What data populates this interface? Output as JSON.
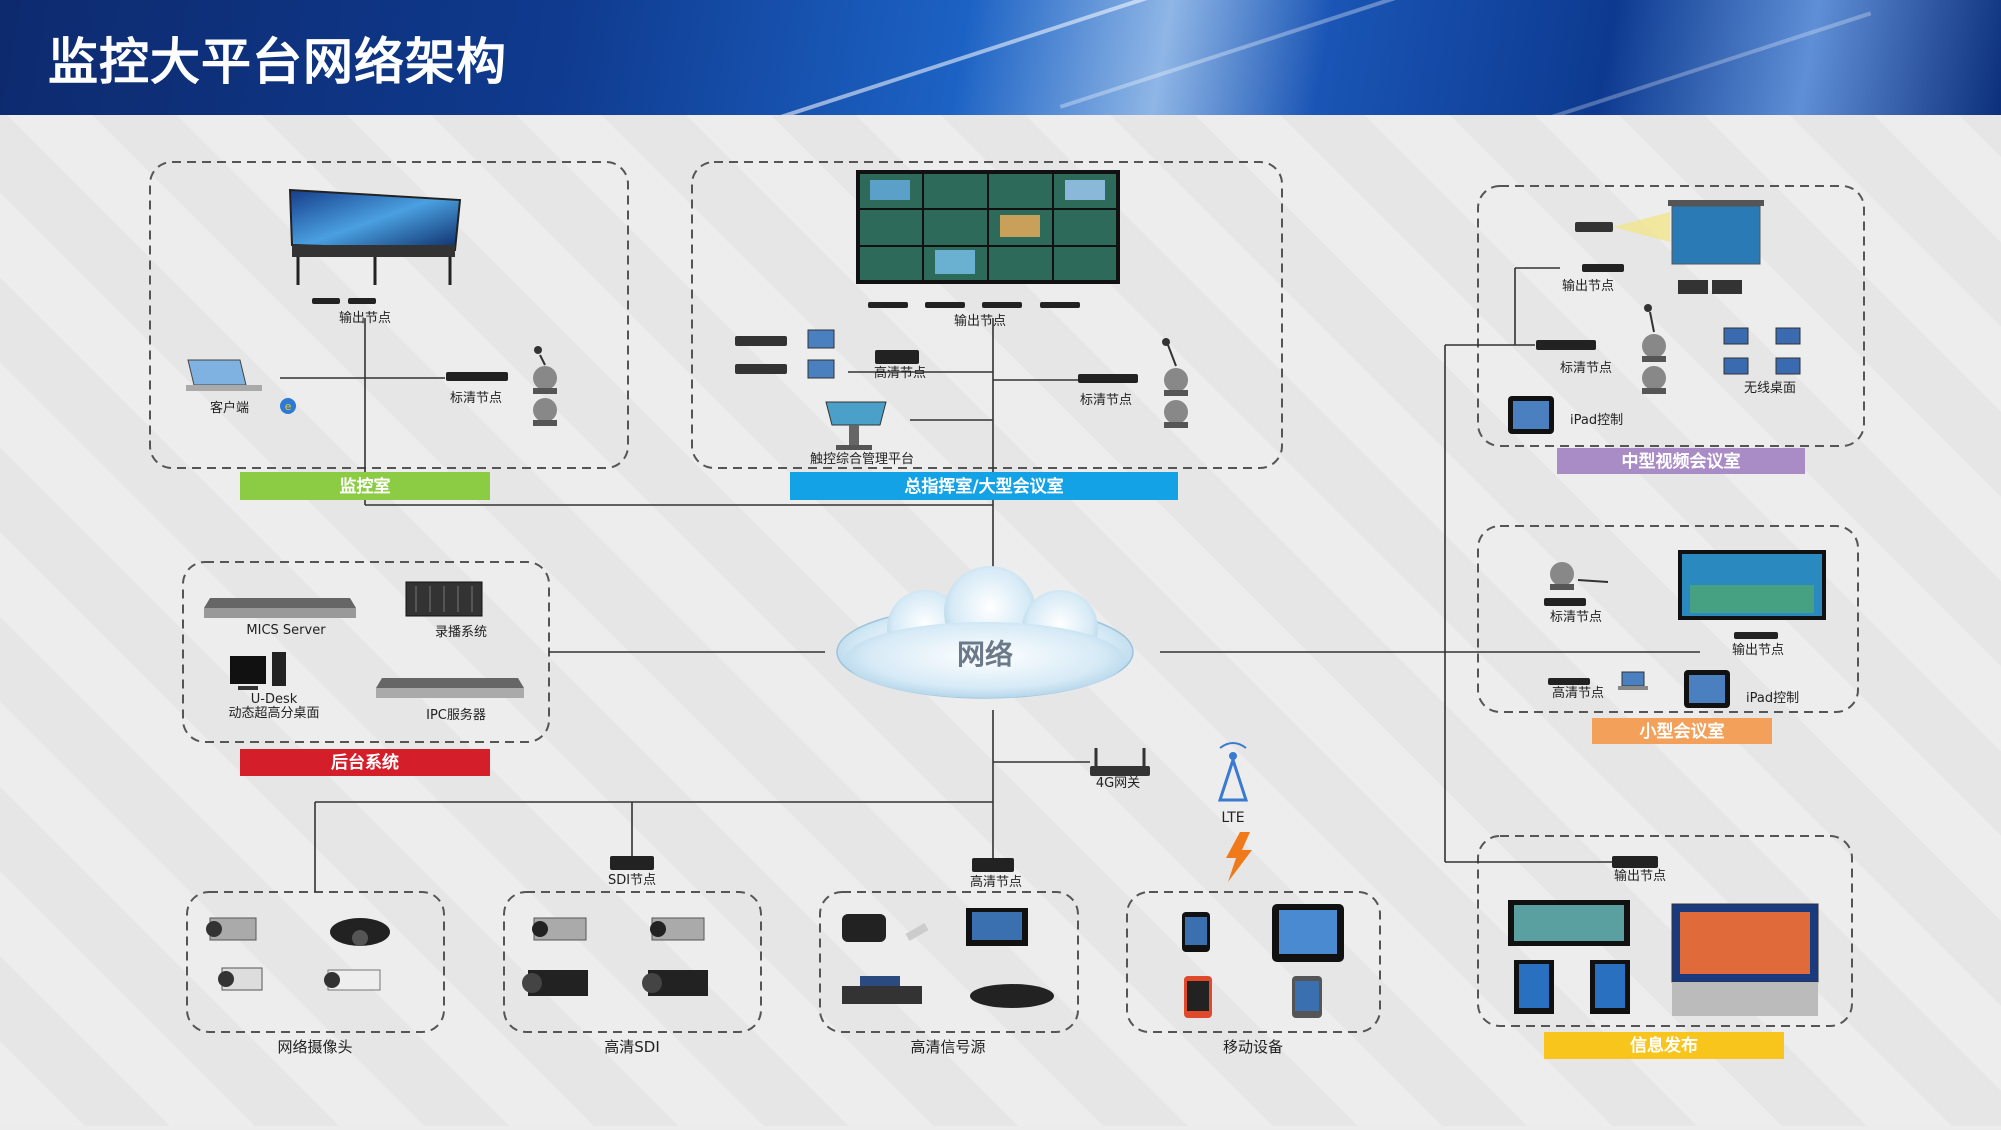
{
  "title": "监控大平台网络架构",
  "center": "网络",
  "groups": {
    "jiankong": {
      "label": "监控室",
      "color": "#7dc847",
      "output_node": "输出节点",
      "client": "客户端",
      "sd_node": "标清节点"
    },
    "zhihui": {
      "label": "总指挥室/大型会议室",
      "color": "#1aa3e8",
      "output_node": "输出节点",
      "hd_node": "高清节点",
      "sd_node": "标清节点",
      "touch": "触控综合管理平台"
    },
    "mid": {
      "label": "中型视频会议室",
      "color": "#a98cc6",
      "output_node": "输出节点",
      "sd_node": "标清节点",
      "wireless": "无线桌面",
      "ipad": "iPad控制"
    },
    "small": {
      "label": "小型会议室",
      "color": "#f2a05a",
      "sd_node": "标清节点",
      "output_node": "输出节点",
      "hd_node": "高清节点",
      "ipad": "iPad控制"
    },
    "backend": {
      "label": "后台系统",
      "color": "#d41e2a",
      "mics": "MICS Server",
      "record": "录播系统",
      "udesk": "U-Desk",
      "udesk2": "动态超高分桌面",
      "ipc": "IPC服务器"
    },
    "camera": {
      "label": "网络摄像头"
    },
    "sdi": {
      "label": "高清SDI",
      "node": "SDI节点"
    },
    "hdsrc": {
      "label": "高清信号源",
      "node": "高清节点"
    },
    "mobile": {
      "label": "移动设备",
      "gateway": "4G网关",
      "lte": "LTE"
    },
    "info": {
      "label": "信息发布",
      "color": "#f7c51c",
      "output_node": "输出节点"
    }
  }
}
